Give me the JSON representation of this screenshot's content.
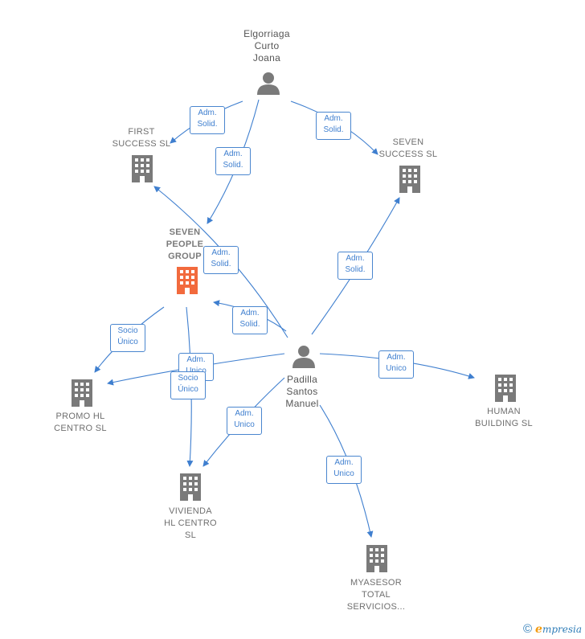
{
  "colors": {
    "edge": "#3f7fcf",
    "building": "#7a7a7a",
    "building_focus": "#f26a3d",
    "person": "#7a7a7a"
  },
  "nodes": {
    "elgorriaga": {
      "label": "Elgorriaga\nCurto\nJoana",
      "icon": "person-icon"
    },
    "padilla": {
      "label": "Padilla\nSantos\nManuel",
      "icon": "person-icon"
    },
    "first_success": {
      "label": "FIRST\nSUCCESS  SL",
      "icon": "building-icon"
    },
    "seven_success": {
      "label": "SEVEN\nSUCCESS  SL",
      "icon": "building-icon"
    },
    "seven_people": {
      "label": "SEVEN\nPEOPLE\nGROUP",
      "icon": "building-icon"
    },
    "promo_hl": {
      "label": "PROMO HL\nCENTRO  SL",
      "icon": "building-icon"
    },
    "human_building": {
      "label": "HUMAN\nBUILDING  SL",
      "icon": "building-icon"
    },
    "vivienda": {
      "label": "VIVIENDA\nHL CENTRO\nSL",
      "icon": "building-icon"
    },
    "myasesor": {
      "label": "MYASESOR\nTOTAL\nSERVICIOS...",
      "icon": "building-icon"
    }
  },
  "edge_labels": {
    "e1": "Adm.\nSolid.",
    "e2": "Adm.\nSolid.",
    "e3": "Adm.\nSolid.",
    "e4": "Adm.\nSolid.",
    "e5": "Adm.\nSolid.",
    "e6": "Adm.\nSolid.",
    "e7": "Socio\nÚnico",
    "e8": "Adm.\nUnico",
    "e9": "Socio\nÚnico",
    "e10": "Adm.\nUnico",
    "e11": "Adm.\nUnico",
    "e12": "Adm.\nUnico"
  },
  "footer": {
    "copyright": "©",
    "brand_initial": "e",
    "brand_rest": "mpresia"
  }
}
